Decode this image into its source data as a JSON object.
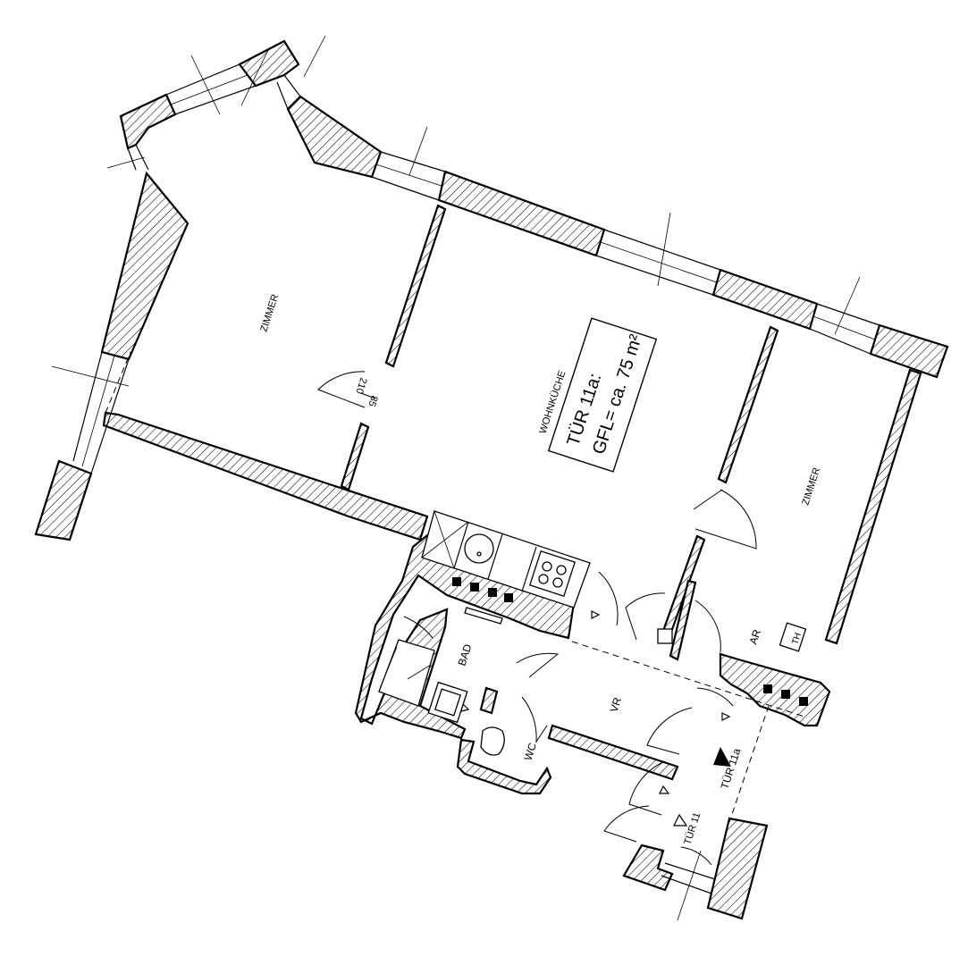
{
  "rooms": {
    "zimmer_left": "ZIMMER",
    "wohnkueche": "WOHNKÜCHE",
    "zimmer_right": "ZIMMER",
    "bad": "BAD",
    "wc": "WC",
    "vr": "VR",
    "ar": "AR",
    "th": "TH"
  },
  "area_box": {
    "line1": "TÜR 11a:",
    "line2": "GFL= ca. 75 m²"
  },
  "door_dims": {
    "width": "85",
    "height": "210"
  },
  "door_labels": {
    "tuer_11": "TÜR 11",
    "tuer_11a": "TÜR 11a"
  }
}
